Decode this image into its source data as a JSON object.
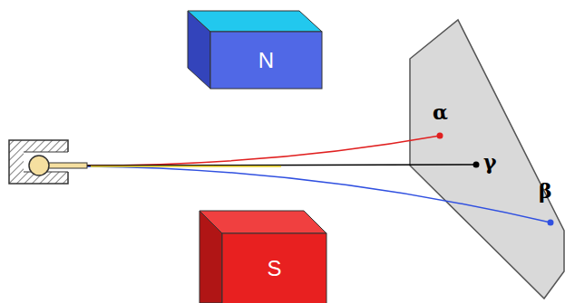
{
  "diagram": {
    "nodes": [
      {
        "text": [
          "N"
        ]
      },
      {
        "text": [
          "S"
        ]
      }
    ],
    "labels": [
      "α",
      "γ",
      "β"
    ]
  }
}
